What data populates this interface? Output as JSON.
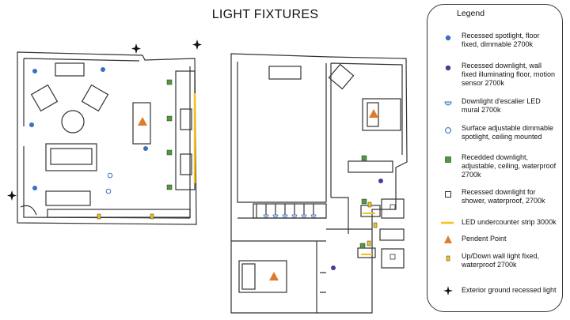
{
  "title": "LIGHT FIXTURES",
  "legend": {
    "title": "Legend",
    "items": [
      {
        "icon": "blue-dot-icon",
        "label": "Recessed spotlight, floor fixed, dimmable 2700k"
      },
      {
        "icon": "purple-dot-icon",
        "label": "Recessed downlight, wall fixed illuminating floor, motion sensor 2700k"
      },
      {
        "icon": "half-circle-icon",
        "label": "Downlight d'escalier LED mural 2700k"
      },
      {
        "icon": "open-circle-icon",
        "label": "Surface adjustable dimmable spotlight, ceiling mounted"
      },
      {
        "icon": "green-square-icon",
        "label": "Recedded downlight, adjustable, ceiling, waterproof 2700k"
      },
      {
        "icon": "open-square-icon",
        "label": "Recessed downlight for shower, waterproof, 2700k"
      },
      {
        "icon": "yellow-line-icon",
        "label": "LED undercounter strip 3000k"
      },
      {
        "icon": "orange-triangle-icon",
        "label": "Pendent Point"
      },
      {
        "icon": "small-yellow-rect-icon",
        "label": "Up/Down wall light fixed, waterproof 2700k"
      },
      {
        "icon": "star-icon",
        "label": "Exterior ground recessed light"
      }
    ]
  },
  "colors": {
    "blue": "#3b6fc0",
    "purple": "#4b3a9a",
    "green": "#4f9a3c",
    "orange": "#e07b2a",
    "yellow": "#f2c21b",
    "wall": "#333333"
  }
}
